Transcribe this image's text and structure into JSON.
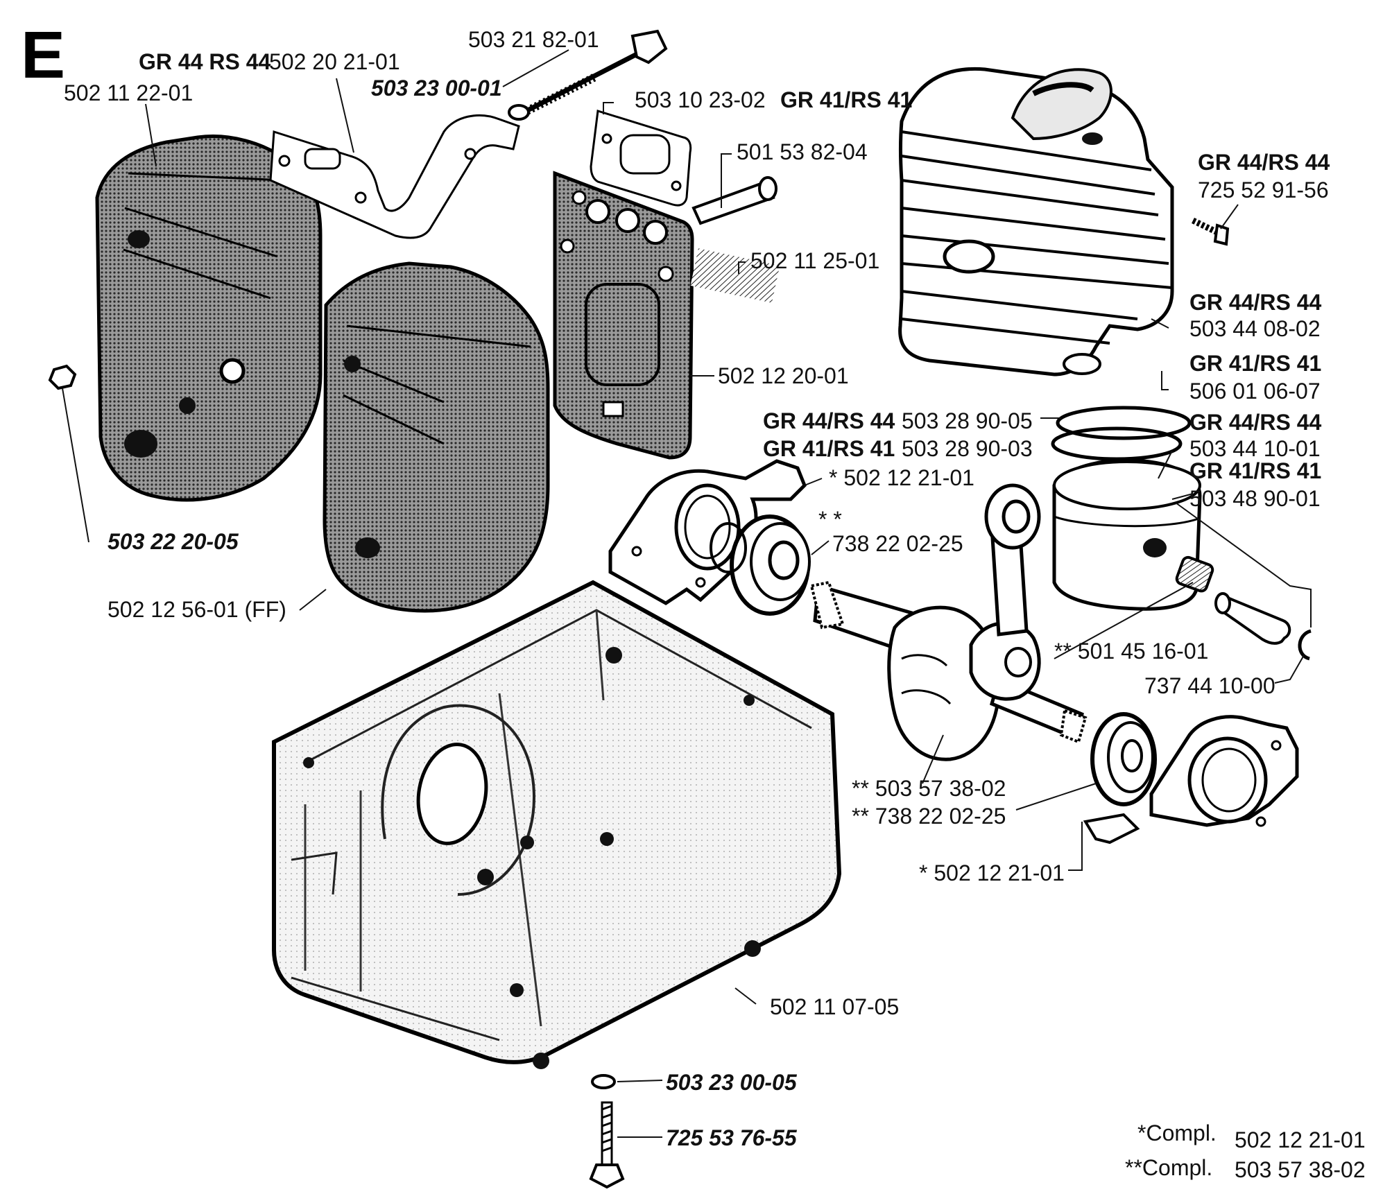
{
  "section_letter": "E",
  "labels": {
    "muffler_cover": "502 11 22-01",
    "bracket_prefix": "GR 44 RS 44",
    "bracket": "502 20 21-01",
    "long_screw": "503 21 82-01",
    "washer_top": "503 23 00-01",
    "gasket": "503 10 23-02",
    "gasket_suffix": "GR 41/RS 41",
    "sleeve": "501 53 82-04",
    "screen": "502 11 25-01",
    "muffler_plate": "502 12 20-01",
    "nut": "503 22 20-05",
    "muffler_body": "502 12 56-01  (FF)",
    "cyl_screw_model": "GR 44/RS 44",
    "cyl_screw": "725 52 91-56",
    "cyl44_model": "GR 44/RS 44",
    "cyl44": "503 44 08-02",
    "cyl41_model": "GR 41/RS 41",
    "cyl41": "506 01 06-07",
    "ring44_model": "GR 44/RS 44",
    "ring44": "503 28 90-05",
    "ring41_model": "GR 41/RS 41",
    "ring41": "503 28 90-03",
    "piston44_model": "GR 44/RS 44",
    "piston44": "503 44 10-01",
    "piston41_model": "GR 41/RS 41",
    "piston41": "503 48 90-01",
    "bearing_housing_top": "* 502 12 21-01",
    "bearing_top_mark": "* *",
    "bearing_top": "738 22 02-25",
    "needle_bearing": "** 501 45 16-01",
    "circlip": "737 44 10-00",
    "crankshaft": "** 503 57 38-02",
    "bearing_bottom": "** 738 22 02-25",
    "bearing_housing_bottom": "* 502 12 21-01",
    "crankcase": "502 11 07-05",
    "washer_bottom": "503 23 00-05",
    "bolt_bottom": "725 53 76-55"
  },
  "legend": {
    "single_prefix": "*Compl.",
    "single_value": "502 12 21-01",
    "double_prefix": "**Compl.",
    "double_value": "503 57 38-02"
  }
}
